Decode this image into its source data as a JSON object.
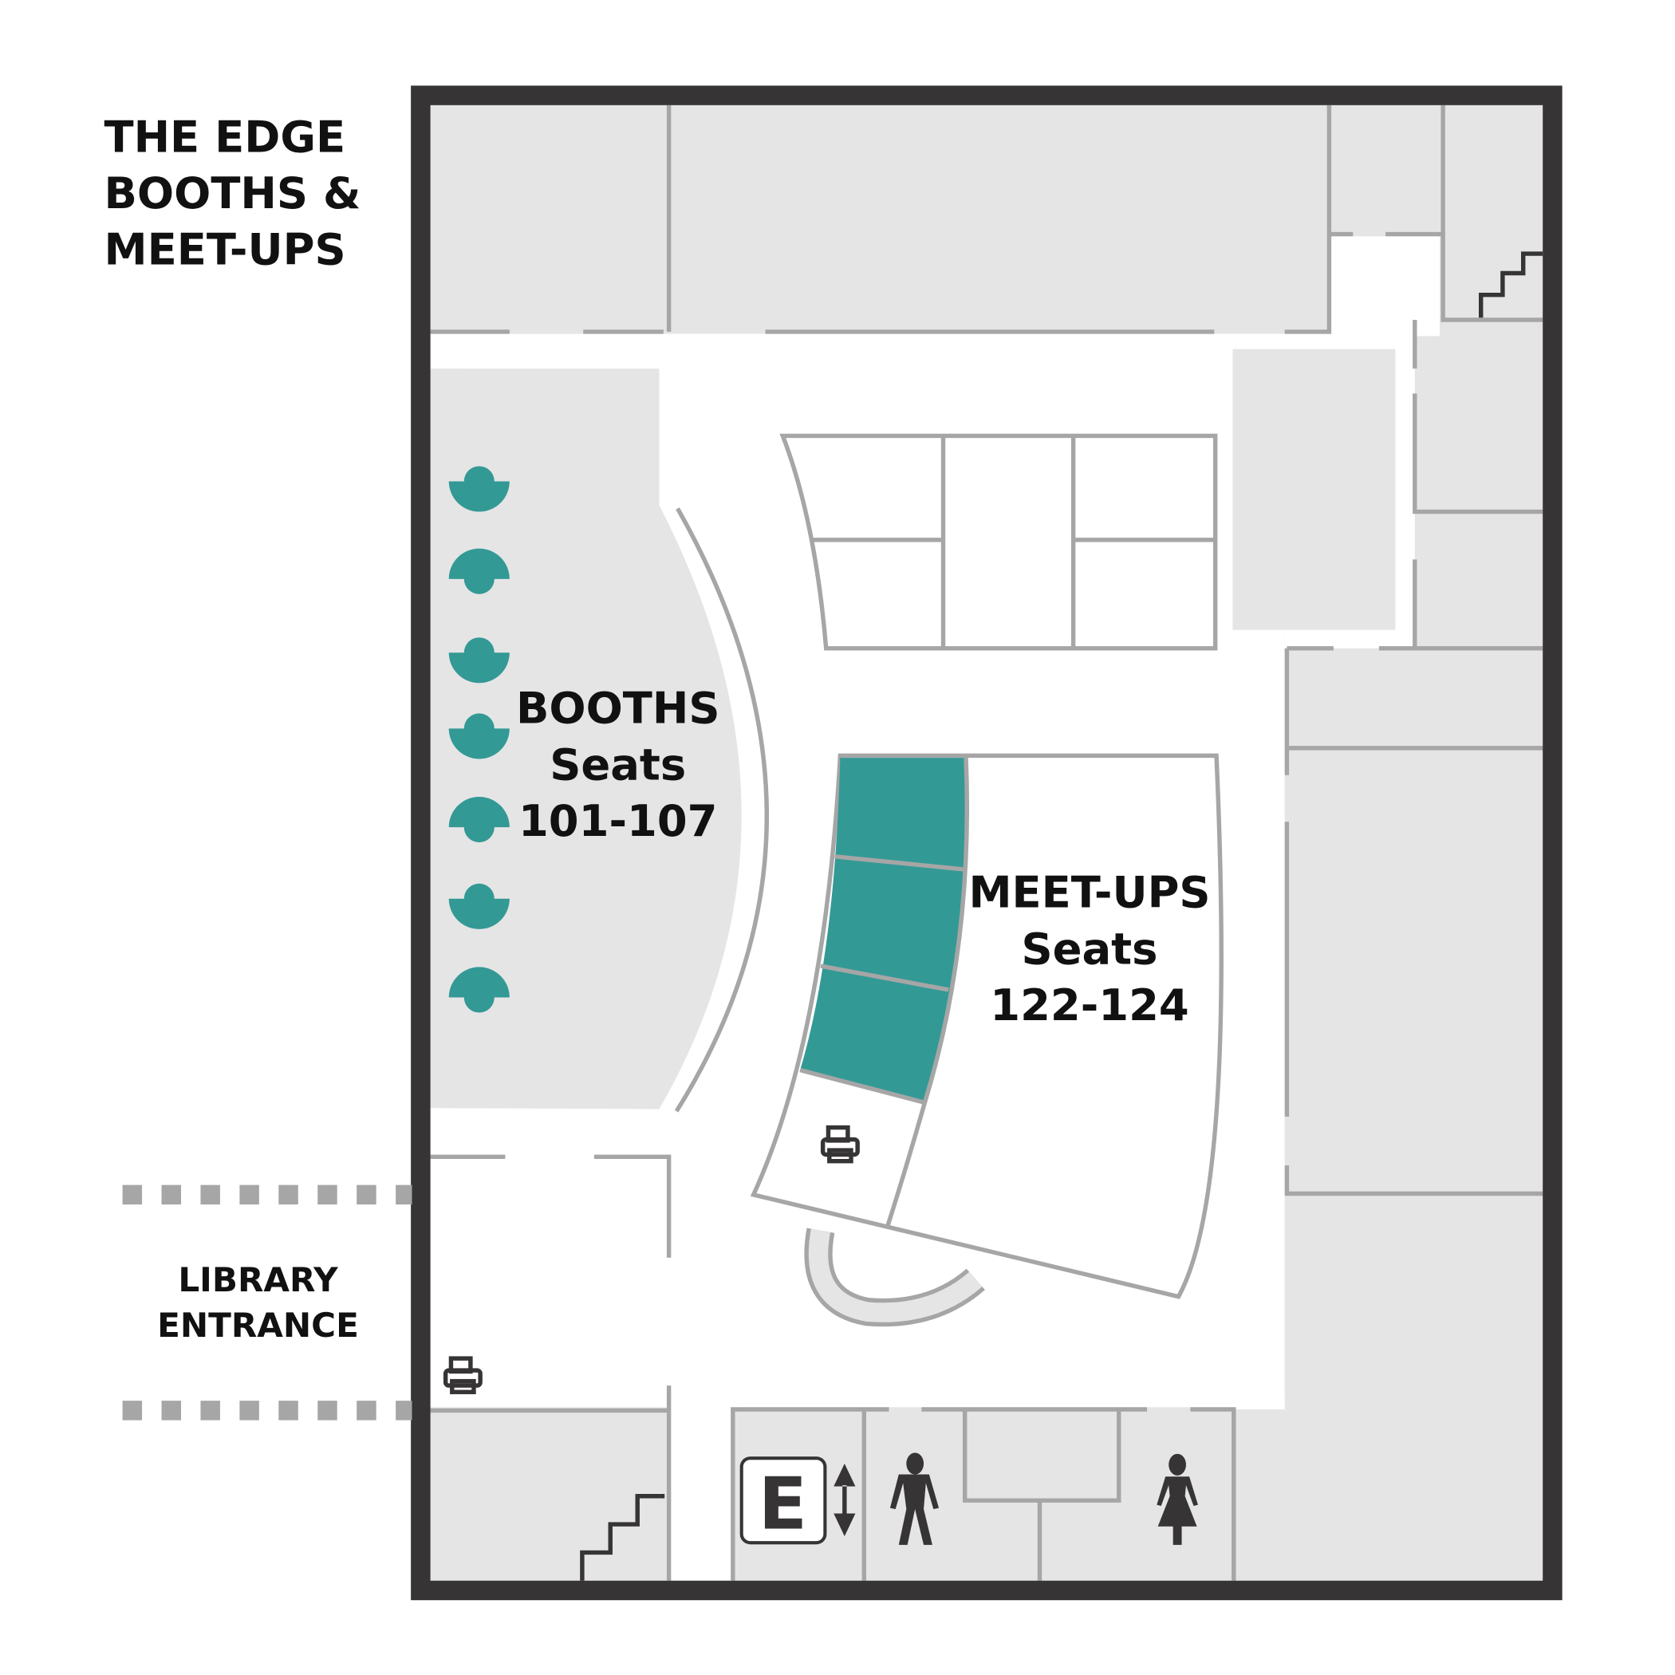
{
  "title": {
    "line1": "THE EDGE",
    "line2": "BOOTHS &",
    "line3": "MEET-UPS"
  },
  "booths": {
    "name": "BOOTHS",
    "seats_label": "Seats",
    "range": "101-107",
    "seat_count": 7
  },
  "meetups": {
    "name": "MEET-UPS",
    "seats_label": "Seats",
    "range": "122-124",
    "seat_count": 3
  },
  "entrance": {
    "line1": "LIBRARY",
    "line2": "ENTRANCE"
  },
  "elevator": {
    "letter": "E"
  },
  "icons": [
    "printer-icon",
    "elevator-icon",
    "mens-restroom-icon",
    "womens-restroom-icon",
    "stairs-icon"
  ],
  "colors": {
    "highlight": "#339995",
    "wall": "#363435",
    "room": "#e5e5e5",
    "partition": "#a6a6a6"
  }
}
